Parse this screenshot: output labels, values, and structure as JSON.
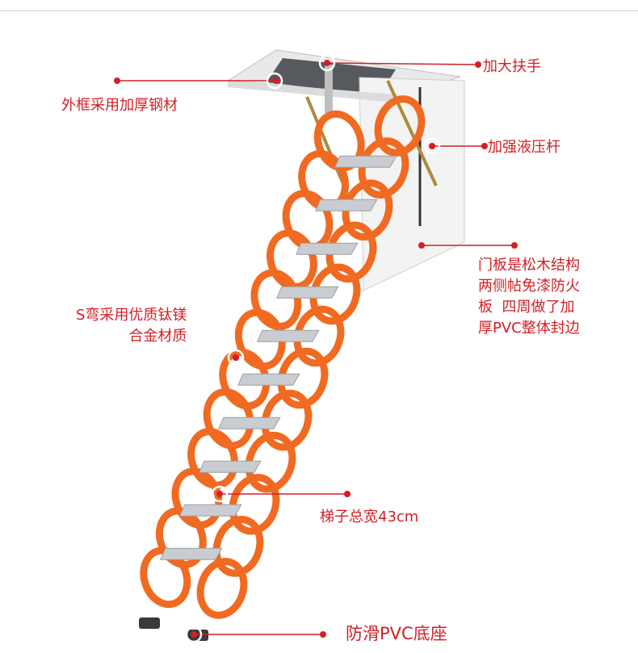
{
  "callouts": {
    "handrail": "加大扶手",
    "frame": "外框采用加厚钢材",
    "gas_strut": "加强液压杆",
    "door_panel": [
      "门板是松木结构",
      "两侧帖免漆防火",
      "板  四周做了加",
      "厚PVC整体封边"
    ],
    "s_bend": [
      "S弯采用优质钛镁",
      "合金材质"
    ],
    "width": "梯子总宽43cm",
    "base": "防滑PVC底座"
  },
  "colors": {
    "callout_text": "#d21f26",
    "callout_line": "#d21f26",
    "ladder_orange": "#f06a22",
    "step_aluminium": "#c9ccd0",
    "frame_white": "#f2f2f2"
  }
}
